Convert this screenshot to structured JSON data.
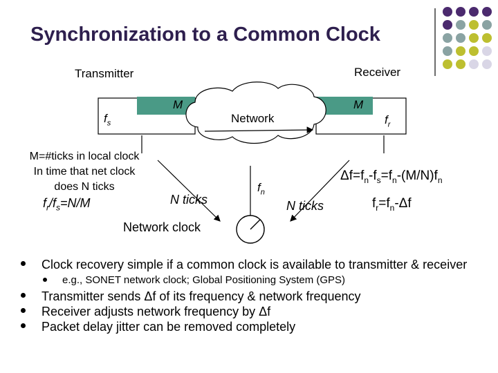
{
  "slide": {
    "title": "Synchronization to a Common Clock"
  },
  "diagram": {
    "transmitter": "Transmitter",
    "receiver": "Receiver",
    "network": "Network",
    "m_left": "M",
    "m_right": "M",
    "fs_base": "f",
    "fs_sub": "s",
    "fr_base": "f",
    "fr_sub": "r",
    "local_clock_line1": "M=#ticks in local clock",
    "local_clock_line2": "In time that net clock",
    "local_clock_line3": "does N ticks",
    "ratio_f1": "f",
    "ratio_sub_r": "r",
    "ratio_slash": "/f",
    "ratio_sub_s": "s",
    "ratio_rest": "=N/M",
    "n_ticks_left": "N ticks",
    "n_ticks_right": "N ticks",
    "fn_base": "f",
    "fn_sub": "n",
    "network_clock": "Network clock",
    "eq1_delta": "Δ",
    "eq1_a": "f=f",
    "eq1_sub1": "n",
    "eq1_b": "-f",
    "eq1_sub2": "s",
    "eq1_c": "=f",
    "eq1_sub3": "n",
    "eq1_d": "-(M/N)f",
    "eq1_sub4": "n",
    "eq2_a": "f",
    "eq2_sub1": "r",
    "eq2_b": "=f",
    "eq2_sub2": "n",
    "eq2_c": "-",
    "eq2_delta": "Δ",
    "eq2_d": "f"
  },
  "bullets": [
    {
      "text": "Clock recovery simple if a common clock is available to transmitter & receiver"
    },
    {
      "text": "e.g., SONET network clock; Global Positioning System (GPS)"
    },
    {
      "text": "Transmitter sends Δf of its frequency & network frequency"
    },
    {
      "text": "Receiver adjusts network frequency by Δf"
    },
    {
      "text": "Packet delay jitter can be removed completely"
    }
  ],
  "colors": {
    "title": "#2e1f4e",
    "box_fill": "#4a9a86",
    "dot_purple": "#4b2a6e",
    "dot_gray": "#8aa3a3",
    "dot_olive": "#bdbf30",
    "dot_light": "#d9d6e6"
  }
}
